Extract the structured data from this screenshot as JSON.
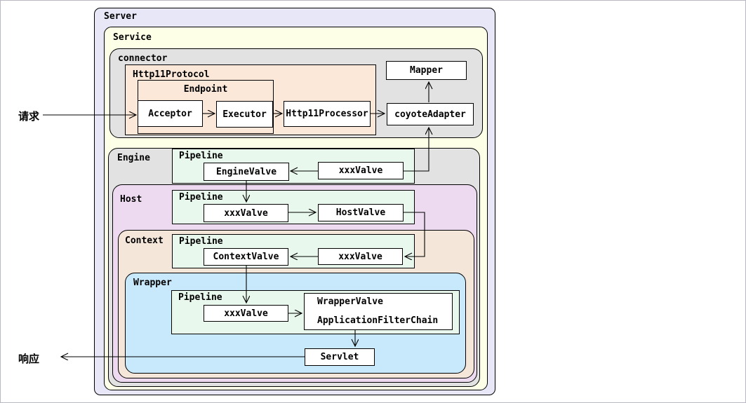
{
  "labels": {
    "request": "请求",
    "response": "响应"
  },
  "containers": {
    "server": "Server",
    "service": "Service",
    "connector": "connector",
    "http11protocol": "Http11Protocol",
    "endpoint": "Endpoint",
    "engine": "Engine",
    "host": "Host",
    "context": "Context",
    "wrapper": "Wrapper"
  },
  "pipelines": {
    "engine": "Pipeline",
    "host": "Pipeline",
    "context": "Pipeline",
    "wrapper": "Pipeline"
  },
  "nodes": {
    "acceptor": "Acceptor",
    "executor": "Executor",
    "http11processor": "Http11Processor",
    "coyote_adapter": "coyoteAdapter",
    "mapper": "Mapper",
    "engine_valve": "EngineValve",
    "engine_xxx_valve": "xxxValve",
    "host_xxx_valve": "xxxValve",
    "host_valve": "HostValve",
    "context_valve": "ContextValve",
    "context_xxx_valve": "xxxValve",
    "wrapper_xxx_valve": "xxxValve",
    "wrapper_valve": "WrapperValve",
    "application_filter_chain": "ApplicationFilterChain",
    "servlet": "Servlet"
  },
  "colors": {
    "server": "#e8e7f8",
    "service": "#fdffe7",
    "connector": "#e2e2e2",
    "protocol": "#fce8d9",
    "pipeline": "#e9f8ed",
    "engine": "#e2e2e2",
    "host": "#eedaf0",
    "context": "#f4e6d9",
    "wrapper": "#c8e9fb",
    "node_fill": "#ffffff",
    "line": "#000000"
  }
}
